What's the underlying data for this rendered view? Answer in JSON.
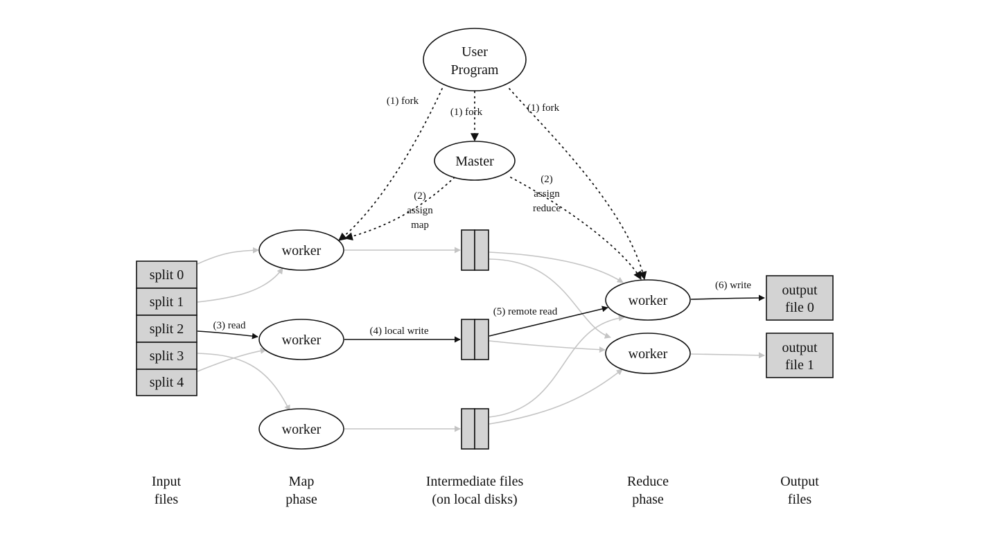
{
  "nodes": {
    "user_program": [
      "User",
      "Program"
    ],
    "master": "Master",
    "worker_label": "worker"
  },
  "splits": [
    "split 0",
    "split 1",
    "split 2",
    "split 3",
    "split 4"
  ],
  "outputs": [
    [
      "output",
      "file 0"
    ],
    [
      "output",
      "file 1"
    ]
  ],
  "edge_labels": {
    "fork": "(1) fork",
    "assign_map": [
      "(2)",
      "assign",
      "map"
    ],
    "assign_reduce": [
      "(2)",
      "assign",
      "reduce"
    ],
    "read": "(3) read",
    "local_write": "(4) local write",
    "remote_read": "(5) remote read",
    "write": "(6) write"
  },
  "columns": [
    [
      "Input",
      "files"
    ],
    [
      "Map",
      "phase"
    ],
    [
      "Intermediate files",
      "(on local disks)"
    ],
    [
      "Reduce",
      "phase"
    ],
    [
      "Output",
      "files"
    ]
  ],
  "colors": {
    "node_fill": "#ffffff",
    "box_fill": "#d3d3d3",
    "stroke": "#111111",
    "gray_edge": "#c4c4c4"
  }
}
